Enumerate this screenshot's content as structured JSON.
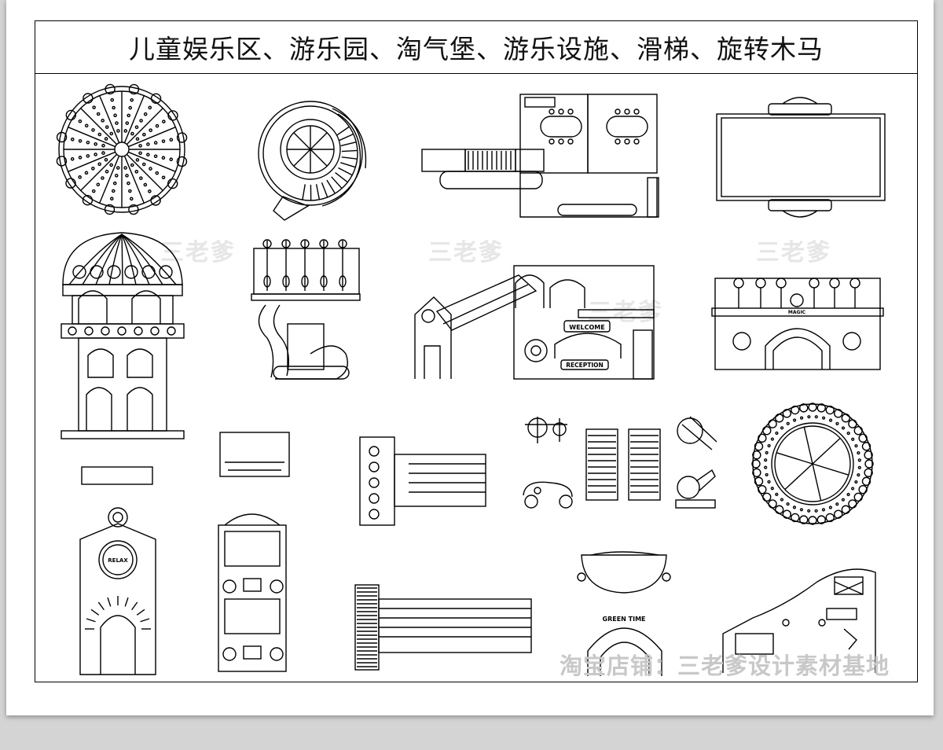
{
  "title": "儿童娱乐区、游乐园、淘气堡、游乐设施、滑梯、旋转木马",
  "watermarks": [
    "三老爹",
    "三老爹",
    "三老爹",
    "三老爹"
  ],
  "footer_watermark": "淘宝店铺：三老爹设计素材基地",
  "labels": {
    "welcome": "WELCOME",
    "reception": "RECEPTION",
    "relax": "RELAX",
    "magic": "MAGIC",
    "dome_sign": "GREEN TIME"
  }
}
